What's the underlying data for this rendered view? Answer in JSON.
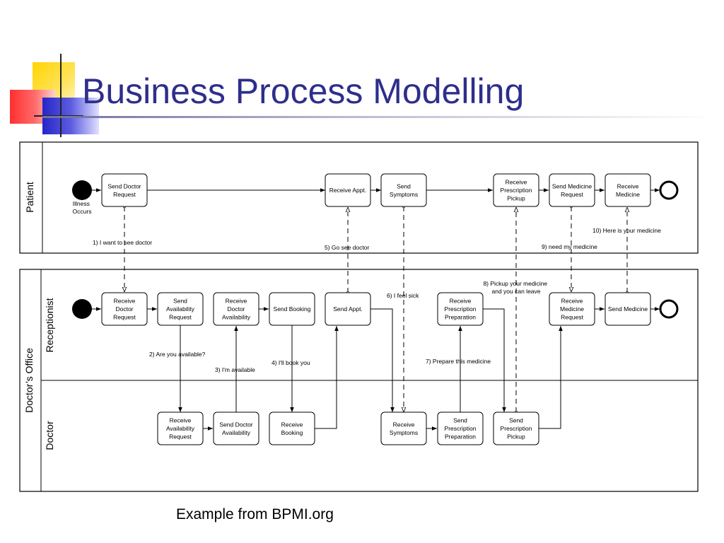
{
  "slide": {
    "title": "Business Process Modelling",
    "caption": "Example from BPMI.org"
  },
  "pools": [
    {
      "id": "patient",
      "label": "Patient"
    },
    {
      "id": "office",
      "label": "Doctor’s Office"
    }
  ],
  "lanes": [
    {
      "id": "receptionist",
      "label": "Receptionist"
    },
    {
      "id": "doctor",
      "label": "Doctor"
    }
  ],
  "events": [
    {
      "id": "patient-start",
      "type": "start",
      "label": [
        "Illness",
        "Occurs"
      ]
    },
    {
      "id": "patient-end",
      "type": "end",
      "label": []
    },
    {
      "id": "reception-start",
      "type": "start",
      "label": []
    },
    {
      "id": "reception-end",
      "type": "end",
      "label": []
    }
  ],
  "tasks": [
    {
      "id": "p1",
      "lines": [
        "Send Doctor",
        "Request"
      ]
    },
    {
      "id": "p2",
      "lines": [
        "Receive Appt."
      ]
    },
    {
      "id": "p3",
      "lines": [
        "Send",
        "Symptoms"
      ]
    },
    {
      "id": "p4",
      "lines": [
        "Receive",
        "Prescription",
        "Pickup"
      ]
    },
    {
      "id": "p5",
      "lines": [
        "Send Medicine",
        "Request"
      ]
    },
    {
      "id": "p6",
      "lines": [
        "Receive",
        "Medicine"
      ]
    },
    {
      "id": "r1",
      "lines": [
        "Receive",
        "Doctor",
        "Request"
      ]
    },
    {
      "id": "r2",
      "lines": [
        "Send",
        "Availability",
        "Request"
      ]
    },
    {
      "id": "r3",
      "lines": [
        "Receive",
        "Doctor",
        "Availability"
      ]
    },
    {
      "id": "r4",
      "lines": [
        "Send Booking"
      ]
    },
    {
      "id": "r5",
      "lines": [
        "Send Appt."
      ]
    },
    {
      "id": "r6",
      "lines": [
        "Receive",
        "Prescription",
        "Preparation"
      ]
    },
    {
      "id": "r7",
      "lines": [
        "Receive",
        "Medicine",
        "Request"
      ]
    },
    {
      "id": "r8",
      "lines": [
        "Send Medicine"
      ]
    },
    {
      "id": "d1",
      "lines": [
        "Receive",
        "Availability",
        "Request"
      ]
    },
    {
      "id": "d2",
      "lines": [
        "Send Doctor",
        "Availability"
      ]
    },
    {
      "id": "d3",
      "lines": [
        "Receive",
        "Booking"
      ]
    },
    {
      "id": "d4",
      "lines": [
        "Receive",
        "Symptoms"
      ]
    },
    {
      "id": "d5",
      "lines": [
        "Send",
        "Prescription",
        "Preparation"
      ]
    },
    {
      "id": "d6",
      "lines": [
        "Send",
        "Prescription",
        "Pickup"
      ]
    }
  ],
  "messages": [
    {
      "id": "m1",
      "text": "1) I want to see doctor"
    },
    {
      "id": "m2",
      "text": "2) Are you available?"
    },
    {
      "id": "m3",
      "text": "3) I'm available"
    },
    {
      "id": "m4",
      "text": "4) I'll book you"
    },
    {
      "id": "m5",
      "text": "5) Go see doctor"
    },
    {
      "id": "m6",
      "text": "6) I feel sick"
    },
    {
      "id": "m7",
      "text": "7) Prepare this medicine"
    },
    {
      "id": "m8",
      "lines": [
        "8) Pickup your medicine",
        "and you can leave"
      ]
    },
    {
      "id": "m9",
      "text": "9)  need my medicine"
    },
    {
      "id": "m10",
      "text": "10) Here is your medicine"
    }
  ],
  "colors": {
    "title": "#2e2e8c",
    "deco_yellow": "#ffd400",
    "deco_red": "#ff3a3a",
    "deco_blue": "#3a3ad8"
  }
}
